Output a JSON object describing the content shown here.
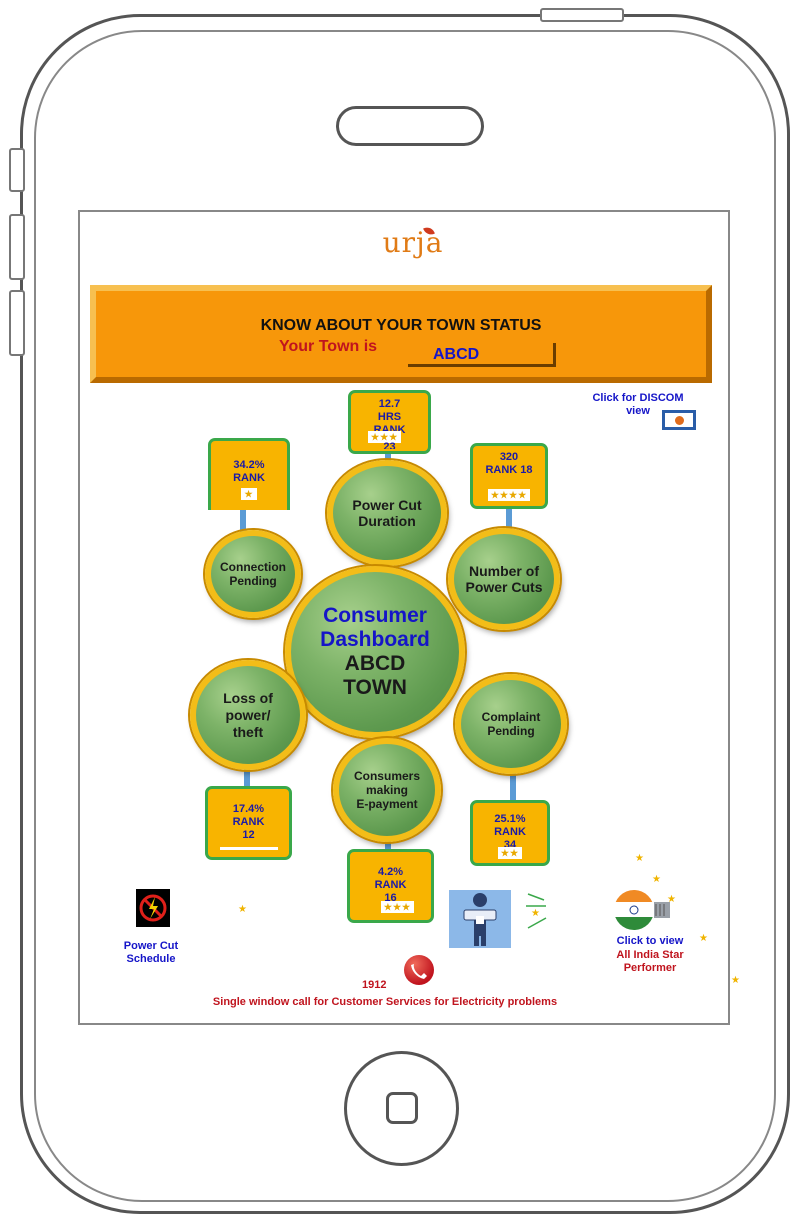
{
  "app": {
    "logo_text": "urja",
    "banner_title": "KNOW ABOUT YOUR TOWN STATUS",
    "banner_subtitle": "Your Town is",
    "town_name": "ABCD",
    "discom_link": "Click for  DISCOM view"
  },
  "center": {
    "line1": "Consumer",
    "line2": "Dashboard",
    "line3": "ABCD",
    "line4": "TOWN"
  },
  "metrics": {
    "power_cut_duration": {
      "label1": "Power Cut",
      "label2": "Duration",
      "value": "12.7",
      "unit": "HRS",
      "rank": "RANK",
      "rank_num": "23",
      "stars": "★★★"
    },
    "number_of_power_cuts": {
      "label1": "Number of",
      "label2": "Power Cuts",
      "value": "320",
      "rank": "RANK 18",
      "stars": "★★★★"
    },
    "connection_pending": {
      "label1": "Connection",
      "label2": "Pending",
      "value": "34.2%",
      "rank": "RANK",
      "stars": "★"
    },
    "loss_of_power": {
      "label1": "Loss of",
      "label2": "power/",
      "label3": "theft",
      "value": "17.4%",
      "rank": "RANK",
      "rank_num": "12"
    },
    "consumers_e_payment": {
      "label1": "Consumers",
      "label2": "making",
      "label3": "E-payment",
      "value": "4.2%",
      "rank": "RANK",
      "rank_num": "16",
      "stars": "★★★"
    },
    "complaint_pending": {
      "label1": "Complaint",
      "label2": "Pending",
      "value": "25.1%",
      "rank": "RANK",
      "rank_num": "34",
      "stars": "★★"
    }
  },
  "footer": {
    "power_cut_schedule": "Power Cut Schedule",
    "click_to_view": "Click to view",
    "star_performer": "All India Star Performer",
    "helpline_number": "1912",
    "helpline_text": "Single window  call for Customer Services for Electricity problems"
  },
  "colors": {
    "banner": "#f7970a",
    "stat_box": "#f8b400",
    "stat_border": "#3aa84a",
    "link_blue": "#1515c8",
    "alert_red": "#c0141e"
  }
}
